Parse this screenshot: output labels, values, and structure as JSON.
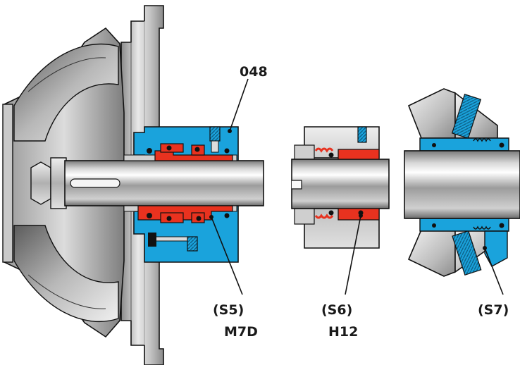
{
  "labels": {
    "part_048": "048",
    "s5": "(S5)",
    "m7d": "M7D",
    "s6": "(S6)",
    "h12": "H12",
    "s7": "(S7)"
  },
  "colors": {
    "housing_blue": "#1aa3dc",
    "seal_red": "#e8321f",
    "outline": "#111111",
    "steel_light": "#e6e6e6",
    "steel_mid": "#b4b4b4",
    "steel_dark": "#6f6f6f"
  }
}
